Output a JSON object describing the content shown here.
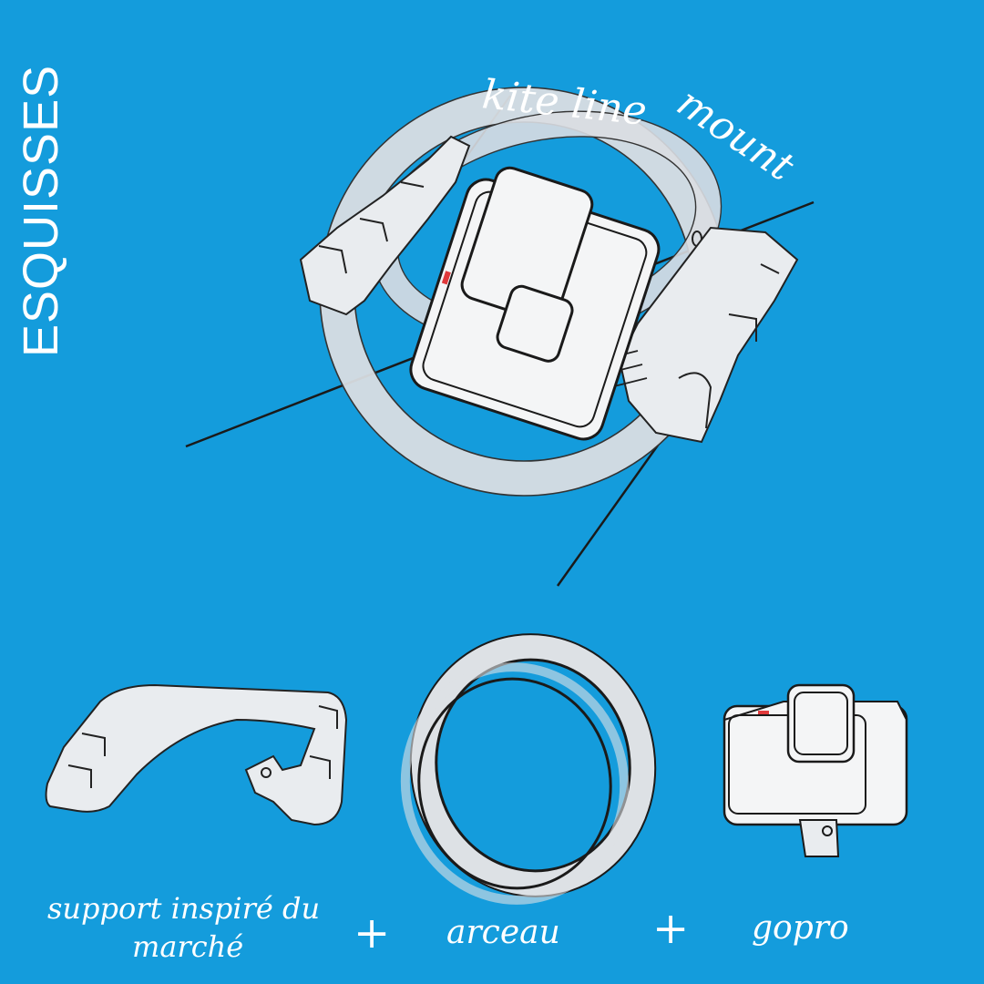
{
  "title": "ESQUISSES",
  "sketch_labels": {
    "kite_line": "kite line",
    "mount": "mount"
  },
  "components": [
    {
      "label": "support inspiré du",
      "label_line2": "marché"
    },
    {
      "label": "arceau"
    },
    {
      "label": "gopro"
    }
  ],
  "plus_sign": "+",
  "colors": {
    "background": "#149cdc",
    "ink": "#1a1a1a",
    "part_fill": "#e9ecef",
    "gopro_fill": "#f4f5f6",
    "indicator": "#e0393b",
    "handwriting": "#ffffff"
  }
}
